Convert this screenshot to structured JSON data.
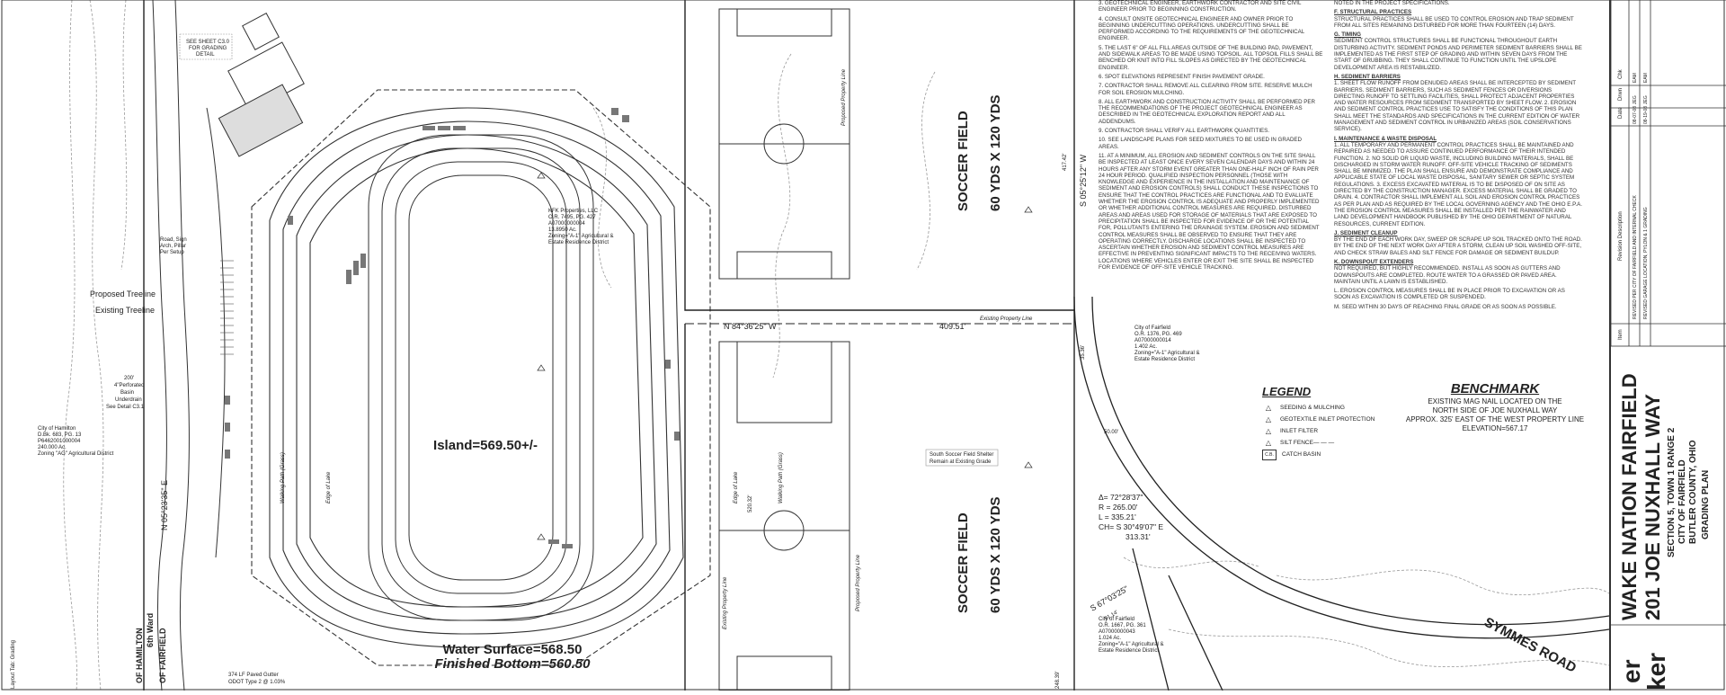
{
  "title_block": {
    "project_name": "WAKE NATION FAIRFIELD",
    "address": "201 JOE NUXHALL WAY",
    "section": "SECTION 5, TOWN 1 RANGE 2",
    "city": "CITY OF FAIRFIELD",
    "county": "BUTLER COUNTY, OHIO",
    "sheet_title": "GRADING PLAN",
    "revision_headers": [
      "Item",
      "Revision Description",
      "Date",
      "Drwn",
      "Chk"
    ],
    "revisions": [
      {
        "desc": "REVISED PER CITY OF FAIRFIELD AND INTERNAL CHECK",
        "date": "08-07-08",
        "drwn": "JEG",
        "chk": "EAM"
      },
      {
        "desc": "REVISED GARAGE LOCATION, PYLON & 1 GRADING",
        "date": "08-19-08",
        "drwn": "JEG",
        "chk": "EAM"
      }
    ],
    "firm_fragment": "er",
    "firm_fragment2": "ker"
  },
  "plan": {
    "island_label": "Island=569.50+/-",
    "water_surface": "Water Surface=568.50",
    "finished_bottom": "Finished Bottom=560.50",
    "soccer_fields": [
      {
        "name": "SOCCER FIELD",
        "size": "60 YDS X 120 YDS"
      },
      {
        "name": "SOCCER FIELD",
        "size": "60 YDS X 120 YDS"
      }
    ],
    "road_label": "SYMMES ROAD",
    "bearing_top": "N 84°36'25\" W",
    "distance_top": "409.51'",
    "bearing_left": "N 05°23'35\" E",
    "bearing_right": "S 05°25'12\" W",
    "bearing_lower": "S 67°03'25\"",
    "dist_lower": "91.14'",
    "dist_mid": "520.32'",
    "dist_right": "417.42'",
    "dist_right2": "35.36'",
    "dist_curve": "50.00'",
    "dist_bottom": "248.39'",
    "property_line": "Proposed Property Line",
    "existing_property_line": "Existing Property Line",
    "edge_of_lake": "Edge of Lake",
    "walking_path": "Walking Path (Grass)",
    "proposed_treeline": "Proposed Treeline",
    "existing_treeline": "Existing Treeline",
    "underdrain_note": [
      "200'",
      "4\"Perforated",
      "Basin",
      "Underdrain",
      "See Detail C3.1"
    ],
    "see_sheet": [
      "SEE SHEET C3.0",
      "FOR GRADING",
      "DETAIL"
    ],
    "kfk_parcel": [
      "KFK Properties, LLC",
      "O.R. 7495, PG. 427",
      "A07000000004",
      "13.8950 Ac.",
      "Zoning=\"A-1\" Agricultural &",
      "Estate Residence District"
    ],
    "hamilton_parcel": [
      "City of Hamilton",
      "D.Bk. 683, PG. 13",
      "P6462001000004",
      "240.000 Ac.",
      "Zoning \"AG\" Agricultural District"
    ],
    "fairfield_parcel1": [
      "City of Fairfield",
      "O.R. 1376, PG. 469",
      "A07000000014",
      "1.402 Ac.",
      "Zoning=\"A-1\" Agricultural &",
      "Estate Residence District"
    ],
    "fairfield_parcel2": [
      "City of Fairfield",
      "O.R. 1667, PG. 361",
      "A07000000043",
      "1.024 Ac.",
      "Zoning=\"A-1\" Agricultural &",
      "Estate Residence District"
    ],
    "south_shelter": [
      "South Soccer Field Shelter",
      "Remain at Existing Grade"
    ],
    "ward_labels": [
      "OF HAMILTON",
      "6th Ward",
      "OF FAIRFIELD"
    ],
    "gutter_note": [
      "374 LF Paved Gutter",
      "ODOT Type 2 @ 1.03%"
    ],
    "layout_tab": "Layout Tab: Grading",
    "road_note": [
      "Road, Sign",
      "Arch, Pillar",
      "Per Setup"
    ]
  },
  "legend": {
    "title": "LEGEND",
    "items": [
      {
        "sym": "1",
        "label": "SEEDING & MULCHING"
      },
      {
        "sym": "2",
        "label": "GEOTEXTILE INLET PROTECTION"
      },
      {
        "sym": "3",
        "label": "INLET FILTER"
      },
      {
        "sym": "4",
        "label": "SILT FENCE"
      },
      {
        "sym": "C.B.",
        "label": "CATCH BASIN"
      }
    ]
  },
  "benchmark": {
    "title": "BENCHMARK",
    "lines": [
      "EXISTING MAG NAIL LOCATED ON THE",
      "NORTH SIDE OF JOE NUXHALL WAY",
      "APPROX. 325' EAST OF THE WEST PROPERTY LINE",
      "ELEVATION=567.17"
    ]
  },
  "curve_data": [
    "Δ= 72°28'37\"",
    "R = 265.00'",
    "L = 335.21'",
    "CH= S 30°49'07\" E",
    "313.31'"
  ],
  "notes_left": [
    {
      "num": "3.",
      "text": "GEOTECHNICAL ENGINEER, EARTHWORK CONTRACTOR AND SITE CIVIL ENGINEER PRIOR TO BEGINNING CONSTRUCTION."
    },
    {
      "num": "4.",
      "text": "CONSULT ONSITE GEOTECHNICAL ENGINEER AND OWNER PRIOR TO BEGINNING UNDERCUTTING OPERATIONS. UNDERCUTTING SHALL BE PERFORMED ACCORDING TO THE REQUIREMENTS OF THE GEOTECHNICAL ENGINEER."
    },
    {
      "num": "5.",
      "text": "THE LAST 6\" OF ALL FILL AREAS OUTSIDE OF THE BUILDING PAD, PAVEMENT, AND SIDEWALK AREAS TO BE MADE USING TOPSOIL. ALL TOPSOIL FILLS SHALL BE BENCHED OR KNIT INTO FILL SLOPES AS DIRECTED BY THE GEOTECHNICAL ENGINEER."
    },
    {
      "num": "6.",
      "text": "SPOT ELEVATIONS REPRESENT FINISH PAVEMENT GRADE."
    },
    {
      "num": "7.",
      "text": "CONTRACTOR SHALL REMOVE ALL CLEARING FROM SITE. RESERVE MULCH FOR SOIL EROSION MULCHING."
    },
    {
      "num": "8.",
      "text": "ALL EARTHWORK AND CONSTRUCTION ACTIVITY SHALL BE PERFORMED PER THE RECOMMENDATIONS OF THE PROJECT GEOTECHNICAL ENGINEER AS DESCRIBED IN THE GEOTECHNICAL EXPLORATION REPORT AND ALL ADDENDUMS."
    },
    {
      "num": "9.",
      "text": "CONTRACTOR SHALL VERIFY ALL EARTHWORK QUANTITIES."
    },
    {
      "num": "10.",
      "text": "SEE LANDSCAPE PLANS FOR SEED MIXTURES TO BE USED IN GRADED AREAS."
    },
    {
      "num": "11.",
      "text": "AT A MINIMUM, ALL EROSION AND SEDIMENT CONTROLS ON THE SITE SHALL BE INSPECTED AT LEAST ONCE EVERY SEVEN CALENDAR DAYS AND WITHIN 24 HOURS AFTER ANY STORM EVENT GREATER THAN ONE-HALF INCH OF RAIN PER 24 HOUR PERIOD. QUALIFIED INSPECTION PERSONNEL (THOSE WITH KNOWLEDGE AND EXPERIENCE IN THE INSTALLATION AND MAINTENANCE OF SEDIMENT AND EROSION CONTROLS) SHALL CONDUCT THESE INSPECTIONS TO ENSURE THAT THE CONTROL PRACTICES ARE FUNCTIONAL AND TO EVALUATE WHETHER THE EROSION CONTROL IS ADEQUATE AND PROPERLY IMPLEMENTED OR WHETHER ADDITIONAL CONTROL MEASURES ARE REQUIRED. DISTURBED AREAS AND AREAS USED FOR STORAGE OF MATERIALS THAT ARE EXPOSED TO PRECIPITATION SHALL BE INSPECTED FOR EVIDENCE OF OR THE POTENTIAL FOR, POLLUTANTS ENTERING THE DRAINAGE SYSTEM. EROSION AND SEDIMENT CONTROL MEASURES SHALL BE OBSERVED TO ENSURE THAT THEY ARE OPERATING CORRECTLY. DISCHARGE LOCATIONS SHALL BE INSPECTED TO ASCERTAIN WHETHER EROSION AND SEDIMENT CONTROL MEASURES ARE EFFECTIVE IN PREVENTING SIGNIFICANT IMPACTS TO THE RECEIVING WATERS. LOCATIONS WHERE VEHICLES ENTER OR EXIT THE SITE SHALL BE INSPECTED FOR EVIDENCE OF OFF-SITE VEHICLE TRACKING."
    }
  ],
  "notes_right": [
    {
      "head": "",
      "num": "",
      "text": "NOTED IN THE PROJECT SPECIFICATIONS."
    },
    {
      "head": "STRUCTURAL PRACTICES",
      "num": "F.",
      "text": "STRUCTURAL PRACTICES SHALL BE USED TO CONTROL EROSION AND TRAP SEDIMENT FROM ALL SITES REMAINING DISTURBED FOR MORE THAN FOURTEEN (14) DAYS."
    },
    {
      "head": "TIMING",
      "num": "G.",
      "text": "SEDIMENT CONTROL STRUCTURES SHALL BE FUNCTIONAL THROUGHOUT EARTH DISTURBING ACTIVITY. SEDIMENT PONDS AND PERIMETER SEDIMENT BARRIERS SHALL BE IMPLEMENTED AS THE FIRST STEP OF GRADING AND WITHIN SEVEN DAYS FROM THE START OF GRUBBING. THEY SHALL CONTINUE TO FUNCTION UNTIL THE UPSLOPE DEVELOPMENT AREA IS RESTABILIZED."
    },
    {
      "head": "SEDIMENT BARRIERS",
      "num": "H.",
      "text": "1. SHEET FLOW RUNOFF FROM DENUDED AREAS SHALL BE INTERCEPTED BY SEDIMENT BARRIERS. SEDIMENT BARRIERS, SUCH AS SEDIMENT FENCES OR DIVERSIONS DIRECTING RUNOFF TO SETTLING FACILITIES, SHALL PROTECT ADJACENT PROPERTIES AND WATER RESOURCES FROM SEDIMENT TRANSPORTED BY SHEET FLOW. 2. EROSION AND SEDIMENT CONTROL PRACTICES USE TO SATISFY THE CONDITIONS OF THIS PLAN SHALL MEET THE STANDARDS AND SPECIFICATIONS IN THE CURRENT EDITION OF WATER MANAGEMENT AND SEDIMENT CONTROL IN URBANIZED AREAS (SOIL CONSERVATIONS SERVICE)."
    },
    {
      "head": "MAINTENANCE & WASTE DISPOSAL",
      "num": "I.",
      "text": "1. ALL TEMPORARY AND PERMANENT CONTROL PRACTICES SHALL BE MAINTAINED AND REPAIRED AS NEEDED TO ASSURE CONTINUED PERFORMANCE OF THEIR INTENDED FUNCTION. 2. NO SOLID OR LIQUID WASTE, INCLUDING BUILDING MATERIALS, SHALL BE DISCHARGED IN STORM WATER RUNOFF. OFF-SITE VEHICLE TRACKING OF SEDIMENTS SHALL BE MINIMIZED. THE PLAN SHALL ENSURE AND DEMONSTRATE COMPLIANCE AND APPLICABLE STATE OF LOCAL WASTE DISPOSAL, SANITARY SEWER OR SEPTIC SYSTEM REGULATIONS. 3. EXCESS EXCAVATED MATERIAL IS TO BE DISPOSED OF ON SITE AS DIRECTED BY THE CONSTRUCTION MANAGER. EXCESS MATERIAL SHALL BE GRADED TO DRAIN. 4. CONTRACTOR SHALL IMPLEMENT ALL SOIL AND EROSION CONTROL PRACTICES AS PER PLAN AND AS REQUIRED BY THE LOCAL GOVERNING AGENCY AND THE OHIO E.P.A. THE EROSION CONTROL MEASURES SHALL BE INSTALLED PER THE RAINWATER AND LAND DEVELOPMENT HANDBOOK PUBLISHED BY THE OHIO DEPARTMENT OF NATURAL RESOURCES, CURRENT EDITION."
    },
    {
      "head": "SEDIMENT CLEANUP",
      "num": "J.",
      "text": "BY THE END OF EACH WORK DAY, SWEEP OR SCRAPE UP SOIL TRACKED ONTO THE ROAD. BY THE END OF THE NEXT WORK DAY AFTER A STORM, CLEAN UP SOIL WASHED OFF-SITE, AND CHECK STRAW BALES AND SILT FENCE FOR DAMAGE OR SEDIMENT BUILDUP."
    },
    {
      "head": "DOWNSPOUT EXTENDERS",
      "num": "K.",
      "text": "NOT REQUIRED, BUT HIGHLY RECOMMENDED. INSTALL AS SOON AS GUTTERS AND DOWNSPOUTS ARE COMPLETED. ROUTE WATER TO A GRASSED OR PAVED AREA. MAINTAIN UNTIL A LAWN IS ESTABLISHED."
    },
    {
      "head": "",
      "num": "L.",
      "text": "EROSION CONTROL MEASURES SHALL BE IN PLACE PRIOR TO EXCAVATION OR AS SOON AS EXCAVATION IS COMPLETED OR SUSPENDED."
    },
    {
      "head": "",
      "num": "M.",
      "text": "SEED WITHIN 30 DAYS OF REACHING FINAL GRADE OR AS SOON AS POSSIBLE."
    }
  ]
}
